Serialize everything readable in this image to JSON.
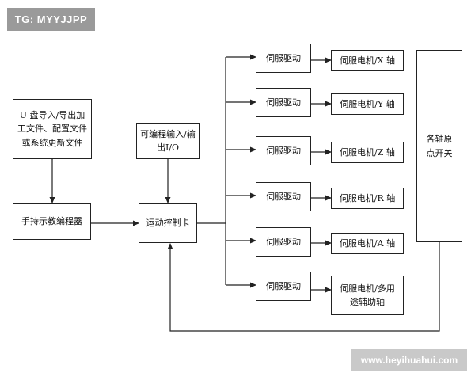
{
  "watermarks": {
    "top": "TG: MYYJJPP",
    "bottom": "www.heyihuahui.com"
  },
  "nodes": {
    "u_disk": "U 盘导入/导出加\n工文件、配置文件\n或系统更新文件",
    "programmable_io": "可编程输入/输\n出I/O",
    "handheld_programmer": "手持示教编程器",
    "motion_card": "运动控制卡",
    "servo_drives": [
      "伺服驱动",
      "伺服驱动",
      "伺服驱动",
      "伺服驱动",
      "伺服驱动",
      "伺服驱动"
    ],
    "servo_motors": [
      "伺服电机/X 轴",
      "伺服电机/Y 轴",
      "伺服电机/Z 轴",
      "伺服电机/R 轴",
      "伺服电机/A 轴",
      "伺服电机/多用\n途辅助轴"
    ],
    "home_switches": "各轴原\n点开关"
  }
}
